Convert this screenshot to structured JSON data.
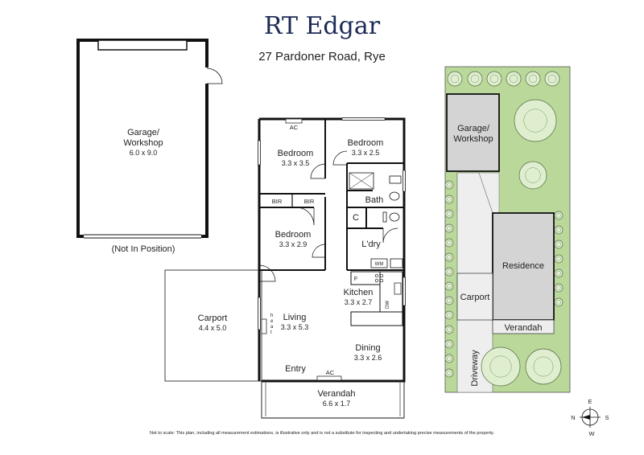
{
  "header": {
    "brand": "RT Edgar",
    "address": "27 Pardoner Road, Rye"
  },
  "garage": {
    "name_line1": "Garage/",
    "name_line2": "Workshop",
    "dims": "6.0 x 9.0",
    "note": "(Not In Position)"
  },
  "rooms": {
    "bed1": {
      "name": "Bedroom",
      "dims": "3.3 x 3.5"
    },
    "bed2": {
      "name": "Bedroom",
      "dims": "3.3 x 2.5"
    },
    "bed3": {
      "name": "Bedroom",
      "dims": "3.3 x 2.9"
    },
    "bir1": "BIR",
    "bir2": "BIR",
    "bath": "Bath",
    "c": "C",
    "ldry": "L'dry",
    "wm": "WM",
    "f": "F",
    "kitchen": {
      "name": "Kitchen",
      "dims": "3.3 x 2.7"
    },
    "dw": "DW",
    "living": {
      "name": "Living",
      "dims": "3.3 x 5.3"
    },
    "heat": [
      "h",
      "e",
      "a",
      "t"
    ],
    "dining": {
      "name": "Dining",
      "dims": "3.3 x 2.6"
    },
    "entry": "Entry",
    "ac_top": "AC",
    "ac_bottom": "AC",
    "verandah": {
      "name": "Verandah",
      "dims": "6.6 x 1.7"
    },
    "carport": {
      "name": "Carport",
      "dims": "4.4 x 5.0"
    }
  },
  "site": {
    "garage_line1": "Garage/",
    "garage_line2": "Workshop",
    "residence": "Residence",
    "carport": "Carport",
    "verandah": "Verandah",
    "driveway": "Driveway",
    "colors": {
      "lawn": "#b9d89a",
      "building": "#d4d4d4",
      "drive": "#eeeeee"
    }
  },
  "compass": {
    "n": "N",
    "e": "E",
    "s": "S",
    "w": "W"
  },
  "disclaimer": "Not to scale: This plan, including all measurement estimations, is illustrative only and is not a substitute for inspecting and undertaking precise measurements of the property."
}
